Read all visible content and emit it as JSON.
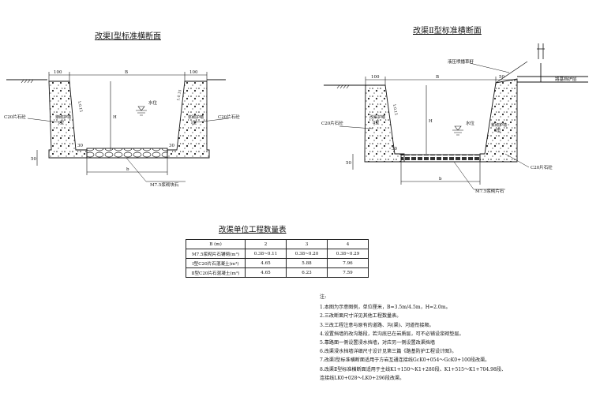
{
  "diagram_left": {
    "title": "改渠Ⅰ型标准横断面",
    "dims": {
      "top_left": "100",
      "top_right": "100",
      "top_width": "B",
      "height": "H",
      "base_width": "b",
      "toe_left": "30",
      "toe_right": "30",
      "base_thk": "50"
    },
    "labels": {
      "water": "水位",
      "wall_left": "浆砌护墙\nⅠ型",
      "wall_right": "浆砌护墙\nⅠ型",
      "concrete_left": "C20片石砼",
      "concrete_right": "C20片石砼",
      "bottom": "M7.5浆砌块石",
      "slope": "1:0.15"
    }
  },
  "diagram_right": {
    "title": "改渠Ⅱ型标准横断面",
    "dims": {
      "top_left": "100",
      "top_width": "B",
      "top_right": "50",
      "height": "H",
      "base_width": "b",
      "toe": "30",
      "base_thk": "50"
    },
    "labels": {
      "water": "水位",
      "wall_left": "改渠护墙\nⅡ型",
      "wall_right": "浆砌护墙\nⅡ型",
      "concrete_left": "C20片石砼",
      "concrete_right": "C20片石砼",
      "bottom": "M7.5浆砌片石",
      "grass": "液压喷播草籽",
      "road": "路基挡护层",
      "slope": "1:0.15"
    }
  },
  "table": {
    "title": "改渠单位工程数量表",
    "header": [
      "B (m)",
      "2",
      "3",
      "4"
    ],
    "rows": [
      [
        "M7.5浆砌片石铺砌(m³)",
        "0.38~0.11",
        "0.38~0.20",
        "0.38~0.29"
      ],
      [
        "Ⅰ型C20片石混凝土(m³)",
        "4.65",
        "5.88",
        "7.96"
      ],
      [
        "Ⅱ型C20片石混凝土(m³)",
        "4.65",
        "6.23",
        "7.59"
      ]
    ]
  },
  "notes": {
    "heading": "注:",
    "items": [
      "1.本图为示意图例，单位厘米，B=3.5m/4.5m，H=2.0m。",
      "2.三改断面尺寸详见其他工程数量表。",
      "3.三改工程注意与原有的道路、沟(渠)、河道衔接顺。",
      "4.设置挡墙的改沟路段，若沟底已在岩质层，可不必铺设浆砌垫层。",
      "5.靠路面一侧设置浸水挡墙，对应另一侧设置改渠挡墙",
      "6.改渠浸水挡墙详细尺寸设计见第三篇《路基防护工程设计图》。",
      "7.改渠Ⅰ型标准横断面适用于方岩互通连接线GcK0+054～GcK0+100段改渠。",
      "8.改渠Ⅱ型标准横断面适用于主线K1+150～K1+280段、K1+515～K1+704.98段、",
      "连接线LK0+028～LK0+296段改渠。"
    ]
  }
}
